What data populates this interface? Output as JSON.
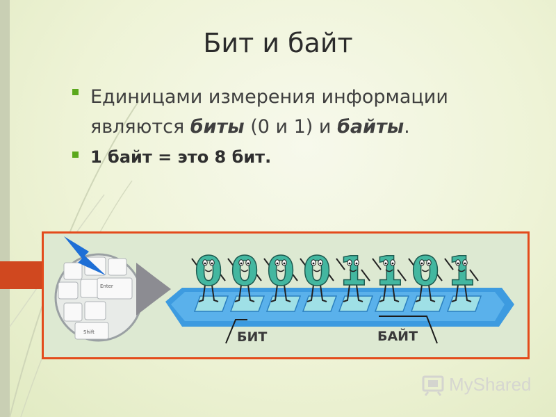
{
  "slide": {
    "title": "Бит и байт",
    "bullet1": {
      "line1": "Единицами измерения информации",
      "line2_before": "являются ",
      "term_bits": "биты",
      "line2_middle": " (0 и 1) и ",
      "term_bytes": "байты",
      "line2_end": "."
    },
    "bullet2": "1 байт = это 8 бит."
  },
  "illustration": {
    "digits": [
      "0",
      "0",
      "0",
      "0",
      "1",
      "1",
      "0",
      "1"
    ],
    "bit_label": "БИТ",
    "byte_label": "БАЙТ",
    "keyboard_keys": [
      "Enter",
      "Shift"
    ]
  },
  "watermark": {
    "text": "MyShared"
  },
  "colors": {
    "frame_border": "#e34b1c",
    "bullet_marker": "#5ba81c",
    "arrow_blue": "#3d9be0",
    "digit_green": "#43b7a0"
  }
}
